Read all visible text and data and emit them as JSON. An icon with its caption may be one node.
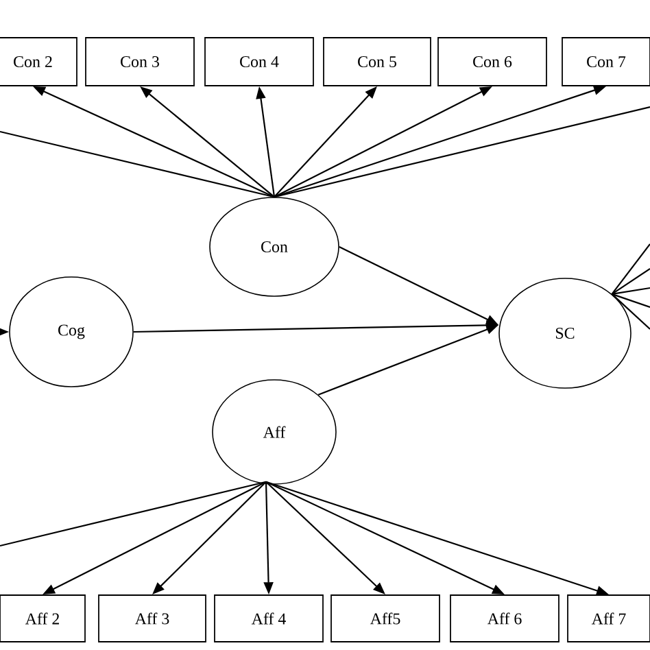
{
  "diagram": {
    "nodes": [
      {
        "text": [
          "Con 2"
        ]
      },
      {
        "text": [
          "Con 3"
        ]
      },
      {
        "text": [
          "Con 4"
        ]
      },
      {
        "text": [
          "Con 5"
        ]
      },
      {
        "text": [
          "Con 6"
        ]
      },
      {
        "text": [
          "Con 7"
        ]
      },
      {
        "text": [
          "Con"
        ]
      },
      {
        "text": [
          "Cog"
        ]
      },
      {
        "text": [
          "SC"
        ]
      },
      {
        "text": [
          "Aff"
        ]
      },
      {
        "text": [
          "Aff 2"
        ]
      },
      {
        "text": [
          "Aff 3"
        ]
      },
      {
        "text": [
          "Aff 4"
        ]
      },
      {
        "text": [
          "Aff5"
        ]
      },
      {
        "text": [
          "Aff 6"
        ]
      },
      {
        "text": [
          "Aff 7"
        ]
      }
    ],
    "edges": [
      {
        "from": 6,
        "to": null,
        "arrow": "none"
      },
      {
        "from": 6,
        "to": 0,
        "arrow": "to"
      },
      {
        "from": 6,
        "to": 1,
        "arrow": "to"
      },
      {
        "from": 6,
        "to": 2,
        "arrow": "to"
      },
      {
        "from": 6,
        "to": 3,
        "arrow": "to"
      },
      {
        "from": 6,
        "to": 4,
        "arrow": "to"
      },
      {
        "from": 6,
        "to": 5,
        "arrow": "to"
      },
      {
        "from": 6,
        "to": null,
        "arrow": "none"
      },
      {
        "from": null,
        "to": 7,
        "arrow": "to"
      },
      {
        "from": 6,
        "to": 8,
        "arrow": "to"
      },
      {
        "from": 7,
        "to": 8,
        "arrow": "to"
      },
      {
        "from": 9,
        "to": 8,
        "arrow": "to"
      },
      {
        "from": 8,
        "to": null,
        "arrow": "none"
      },
      {
        "from": 8,
        "to": null,
        "arrow": "none"
      },
      {
        "from": 8,
        "to": null,
        "arrow": "none"
      },
      {
        "from": 8,
        "to": null,
        "arrow": "none"
      },
      {
        "from": 8,
        "to": null,
        "arrow": "none"
      },
      {
        "from": 9,
        "to": null,
        "arrow": "none"
      },
      {
        "from": 9,
        "to": 10,
        "arrow": "to"
      },
      {
        "from": 9,
        "to": 11,
        "arrow": "to"
      },
      {
        "from": 9,
        "to": 12,
        "arrow": "to"
      },
      {
        "from": 9,
        "to": 13,
        "arrow": "to"
      },
      {
        "from": 9,
        "to": 14,
        "arrow": "to"
      },
      {
        "from": 9,
        "to": 15,
        "arrow": "to"
      }
    ]
  }
}
